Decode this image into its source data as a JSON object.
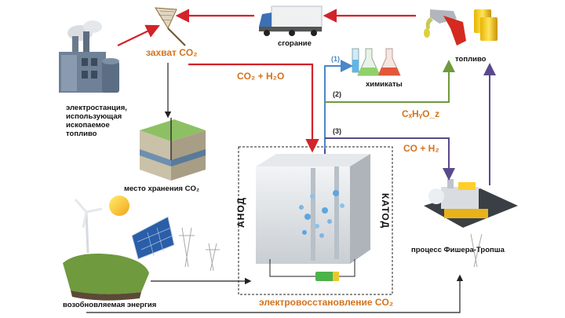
{
  "labels": {
    "co2_capture": "захват CO₂",
    "combustion": "сгорание",
    "fuel": "топливо",
    "chemicals": "химикаты",
    "power_plant": "электростанция,\nиспользующая\nископаемое\nтопливо",
    "storage": "место хранения CO₂",
    "renewable": "возобновляемая энергия",
    "fischer_tropsch": "процесс Фишера-Тропша",
    "electroreduction": "электровосстановление CO₂",
    "anode": "АНОД",
    "cathode": "КАТОД",
    "co2_h2o": "CO₂ + H₂O",
    "cxhyoz": "CₓHᵧO_z",
    "co_h2": "CO + H₂",
    "path1": "(1)",
    "path2": "(2)",
    "path3": "(3)"
  },
  "colors": {
    "red_arrow": "#d2232a",
    "blue_arrow": "#4a86c8",
    "green_arrow": "#6f9a3e",
    "purple_arrow": "#5a4a8c",
    "black_arrow": "#222222",
    "label_orange": "#d4731c"
  }
}
